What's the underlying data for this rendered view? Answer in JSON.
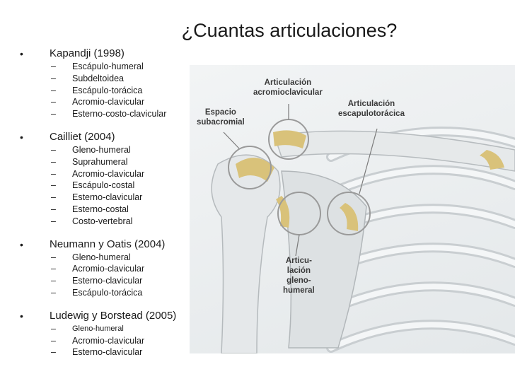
{
  "title": "¿Cuantas articulaciones?",
  "groups": [
    {
      "head": "Kapandji (1998)",
      "items": [
        "Escápulo-humeral",
        "Subdeltoidea",
        "Escápulo-torácica",
        "Acromio-clavicular",
        "Esterno-costo-clavicular"
      ]
    },
    {
      "head": "Cailliet (2004)",
      "items": [
        "Gleno-humeral",
        "Suprahumeral",
        "Acromio-clavicular",
        "Escápulo-costal",
        "Esterno-clavicular",
        "Esterno-costal",
        "Costo-vertebral"
      ]
    },
    {
      "head": "Neumann y Oatis  (2004)",
      "items": [
        "Gleno-humeral",
        "Acromio-clavicular",
        "Esterno-clavicular",
        "Escápulo-torácica"
      ]
    },
    {
      "head": "Ludewig y Borstead (2005)",
      "items": [
        "Gleno-humeral",
        "Acromio-clavicular",
        "Esterno-clavicular"
      ]
    }
  ],
  "figure_labels": {
    "espacio": "Espacio\nsubacromial",
    "acromio": "Articulación\nacromioclavicular",
    "escapulo": "Articulación\nescapulotorácica",
    "gleno": "Articu-\nlación\ngleno-\nhumeral"
  },
  "colors": {
    "bone": "#dfe3e5",
    "cartilage": "#d9c27a",
    "ring": "#9a9a9a"
  }
}
